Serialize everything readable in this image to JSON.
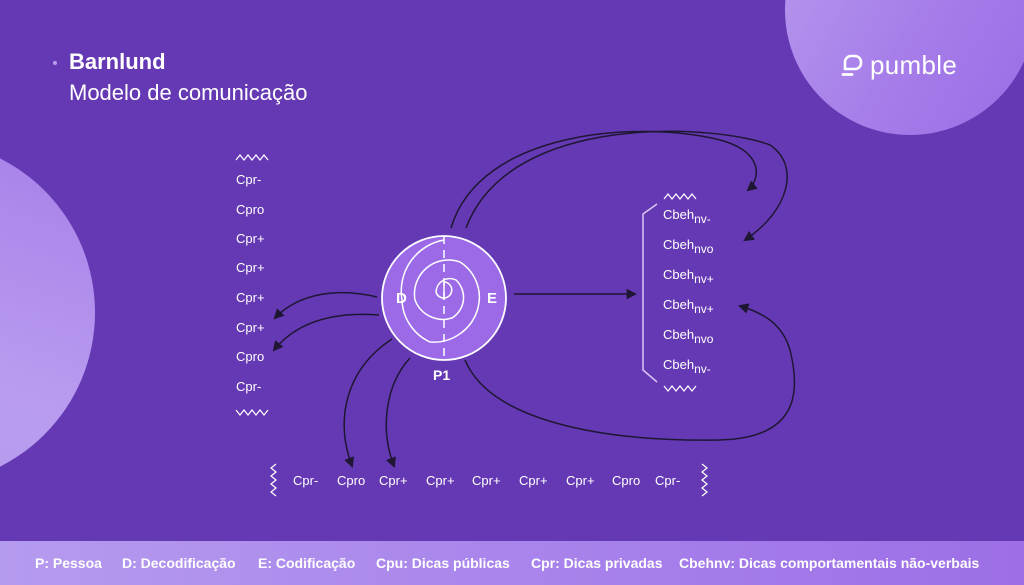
{
  "header": {
    "title": "Barnlund",
    "subtitle": "Modelo de comunicação"
  },
  "brand": {
    "logo_text": "pumble",
    "logo_icon": "pumble-logo-icon"
  },
  "colors": {
    "background": "#6639b4",
    "accent_light": "#b79bee",
    "circle_fill": "#9c6ae6",
    "arrow": "#1e1632",
    "text": "#ffffff"
  },
  "person": {
    "label": "P1",
    "decode_label": "D",
    "encode_label": "E"
  },
  "left_column": {
    "items": [
      "Cpr-",
      "Cpro",
      "Cpr+",
      "Cpr+",
      "Cpr+",
      "Cpr+",
      "Cpro",
      "Cpr-"
    ]
  },
  "right_column": {
    "items": [
      {
        "base": "Cbeh",
        "sub": "nv-"
      },
      {
        "base": "Cbeh",
        "sub": "nvo"
      },
      {
        "base": "Cbeh",
        "sub": "nv+"
      },
      {
        "base": "Cbeh",
        "sub": "nv+"
      },
      {
        "base": "Cbeh",
        "sub": "nvo"
      },
      {
        "base": "Cbeh",
        "sub": "nv-"
      }
    ]
  },
  "bottom_row": {
    "items": [
      "Cpr-",
      "Cpro",
      "Cpr+",
      "Cpr+",
      "Cpr+",
      "Cpr+",
      "Cpr+",
      "Cpro",
      "Cpr-"
    ]
  },
  "legend": {
    "items": [
      "P: Pessoa",
      "D: Decodificação",
      "E: Codificação",
      "Cpu: Dicas públicas",
      "Cpr: Dicas privadas",
      "Cbehnv: Dicas comportamentais não-verbais"
    ]
  }
}
